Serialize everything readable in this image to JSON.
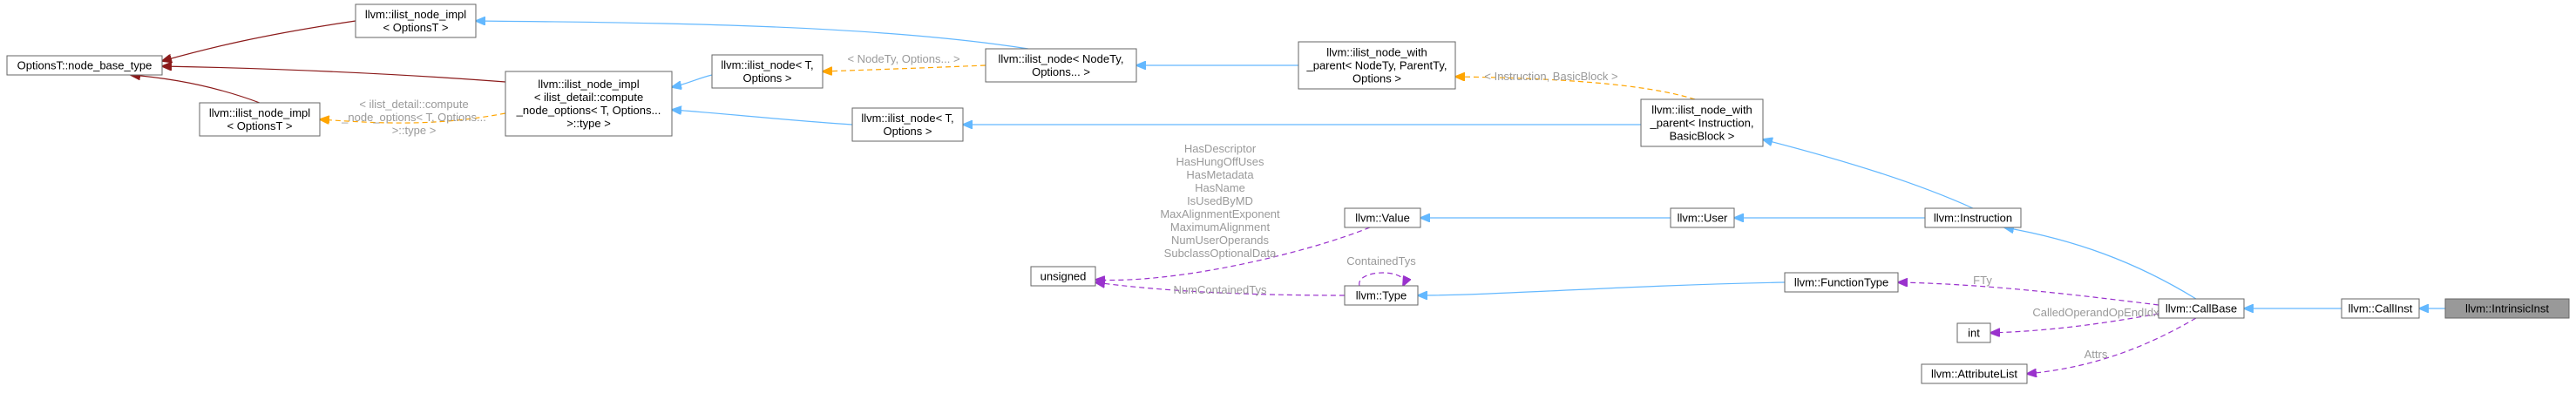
{
  "nodes": {
    "ilist_node_impl_top": {
      "lines": [
        "llvm::ilist_node_impl",
        "< OptionsT >"
      ]
    },
    "options_node_base": {
      "lines": [
        "OptionsT::node_base_type"
      ]
    },
    "ilist_node_impl_mid": {
      "lines": [
        "llvm::ilist_node_impl",
        "< OptionsT >"
      ]
    },
    "ilist_node_impl_compute": {
      "lines": [
        "llvm::ilist_node_impl",
        "< ilist_detail::compute",
        "_node_options< T, Options...",
        ">::type >"
      ]
    },
    "ilist_node_t_opts_a": {
      "lines": [
        "llvm::ilist_node< T,",
        "Options >"
      ]
    },
    "ilist_node_t_opts_b": {
      "lines": [
        "llvm::ilist_node< T,",
        "Options >"
      ]
    },
    "ilist_node_nodety": {
      "lines": [
        "llvm::ilist_node< NodeTy,",
        "Options... >"
      ]
    },
    "ilist_node_with_parent_generic": {
      "lines": [
        "llvm::ilist_node_with",
        "_parent< NodeTy, ParentTy,",
        "Options >"
      ]
    },
    "ilist_node_with_parent_inst": {
      "lines": [
        "llvm::ilist_node_with",
        "_parent< Instruction,",
        "BasicBlock >"
      ]
    },
    "value": {
      "lines": [
        "llvm::Value"
      ]
    },
    "user": {
      "lines": [
        "llvm::User"
      ]
    },
    "instruction": {
      "lines": [
        "llvm::Instruction"
      ]
    },
    "unsigned": {
      "lines": [
        "unsigned"
      ]
    },
    "type": {
      "lines": [
        "llvm::Type"
      ]
    },
    "function_type": {
      "lines": [
        "llvm::FunctionType"
      ]
    },
    "call_base": {
      "lines": [
        "llvm::CallBase"
      ]
    },
    "call_inst": {
      "lines": [
        "llvm::CallInst"
      ]
    },
    "intrinsic_inst": {
      "lines": [
        "llvm::IntrinsicInst"
      ]
    },
    "int": {
      "lines": [
        "int"
      ]
    },
    "attribute_list": {
      "lines": [
        "llvm::AttributeList"
      ]
    }
  },
  "edge_labels": {
    "compute_type": [
      "< ilist_detail::compute",
      "_node_options< T, Options...",
      ">::type >"
    ],
    "nodety_options": [
      "< NodeTy, Options... >"
    ],
    "instruction_basicblock": [
      "< Instruction, BasicBlock >"
    ],
    "value_members": [
      "HasDescriptor",
      "HasHungOffUses",
      "HasMetadata",
      "HasName",
      "IsUsedByMD",
      "MaxAlignmentExponent",
      "MaximumAlignment",
      "NumUserOperands",
      "SubclassOptionalData"
    ],
    "contained_tys": [
      "ContainedTys"
    ],
    "num_contained_tys": [
      "NumContainedTys"
    ],
    "fty": [
      "FTy"
    ],
    "called_operand": [
      "CalledOperandOpEndIdx"
    ],
    "attrs": [
      "Attrs"
    ]
  },
  "colors": {
    "inherit": "#63b8ff",
    "template": "#ffa500",
    "usage": "#9a32cd",
    "private_inherit": "#8b1a1a",
    "label": "#9a9a9a"
  }
}
